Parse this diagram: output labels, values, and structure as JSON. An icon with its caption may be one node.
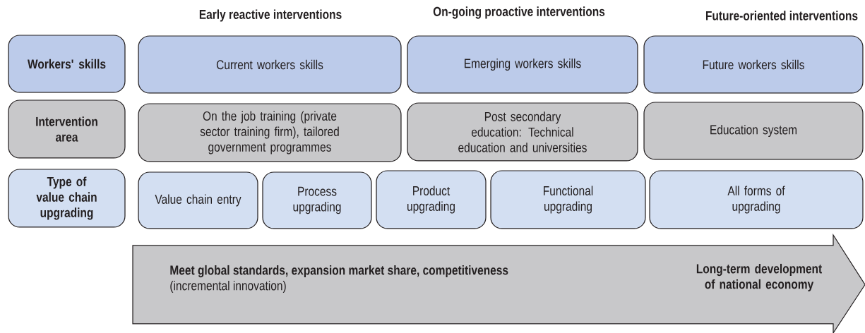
{
  "diagram": {
    "nodes": [
      {
        "text": [
          "Workers' skills"
        ]
      },
      {
        "text": [
          "Current workers skills"
        ]
      },
      {
        "text": [
          "Emerging workers skills"
        ]
      },
      {
        "text": [
          "Future workers skills"
        ]
      },
      {
        "text": [
          "Intervention area"
        ]
      },
      {
        "text": [
          "On the job training (private sector training firm), tailored government programmes"
        ]
      },
      {
        "text": [
          "Post secondary education: Technical education and universities"
        ]
      },
      {
        "text": [
          "Education system"
        ]
      },
      {
        "text": [
          "Type of value chain upgrading"
        ]
      },
      {
        "text": [
          "Value chain entry"
        ]
      },
      {
        "text": [
          "Process upgrading"
        ]
      },
      {
        "text": [
          "Product upgrading"
        ]
      },
      {
        "text": [
          "Functional upgrading"
        ]
      },
      {
        "text": [
          "All forms of upgrading"
        ]
      },
      {
        "text": [
          "Meet global standards, expansion market share, competitiveness",
          "(incremental innovation)",
          "Long-term development of national economy"
        ]
      }
    ],
    "labels": [
      "Early reactive interventions",
      "On-going proactive interventions",
      "Future-oriented interventions"
    ]
  }
}
